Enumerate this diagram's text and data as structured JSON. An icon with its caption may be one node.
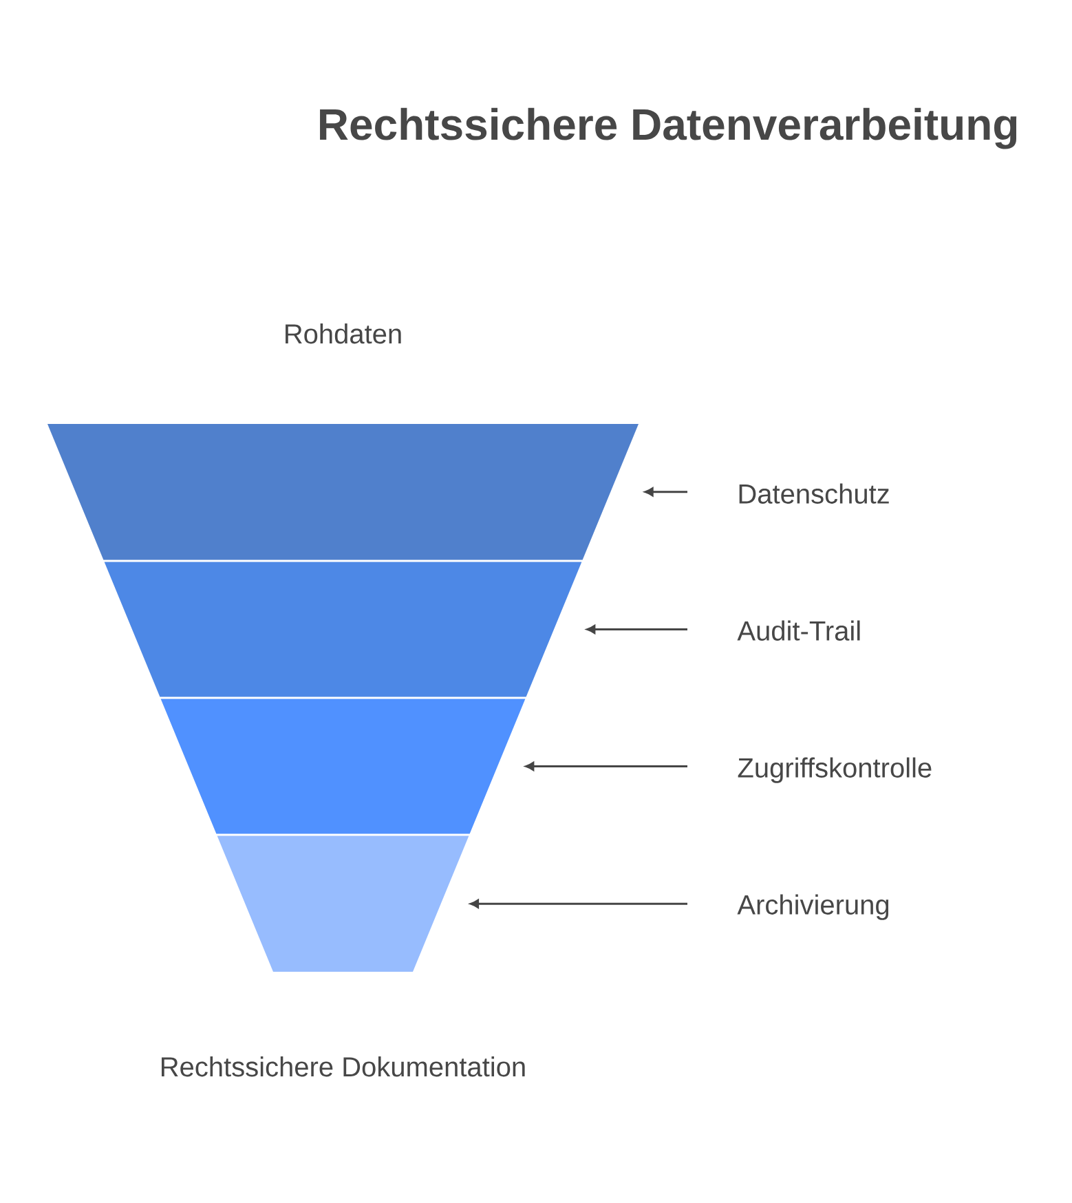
{
  "diagram": {
    "title": "Rechtssichere Datenverarbeitung",
    "nodes": [
      {
        "text": [],
        "shape": "trapezoid"
      },
      {
        "text": [
          "Datenschutz"
        ]
      },
      {
        "text": [],
        "shape": "trapezoid"
      },
      {
        "text": [
          "Audit-Trail"
        ]
      },
      {
        "text": [],
        "shape": "trapezoid"
      },
      {
        "text": [
          "Zugriffskontrolle"
        ]
      },
      {
        "text": [],
        "shape": "trapezoid"
      },
      {
        "text": [
          "Archivierung"
        ]
      }
    ],
    "edges": [
      {
        "from": 1,
        "to": 0,
        "arrow": "to"
      },
      {
        "from": 3,
        "to": 2,
        "arrow": "to"
      },
      {
        "from": 5,
        "to": 4,
        "arrow": "to"
      },
      {
        "from": 7,
        "to": 6,
        "arrow": "to"
      }
    ],
    "labels": [
      "Rohdaten",
      "Rechtssichere Dokumentation"
    ]
  }
}
